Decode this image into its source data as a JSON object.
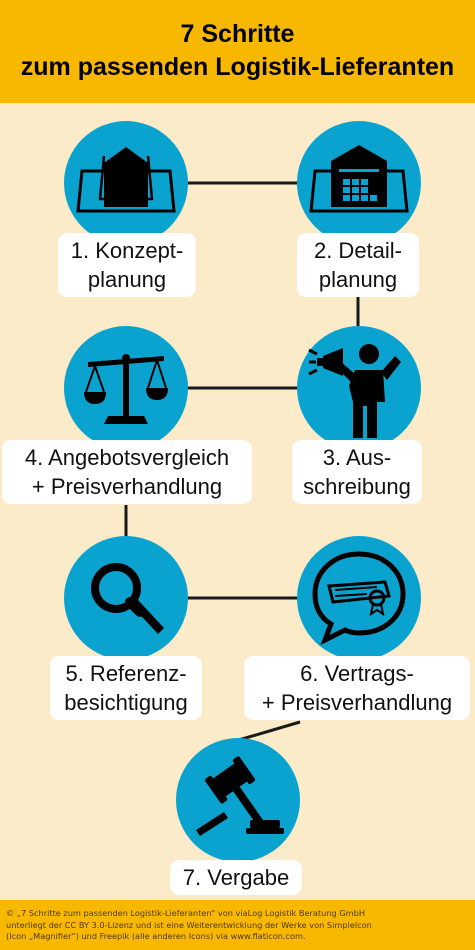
{
  "header": {
    "title_line1": "7 Schritte",
    "title_line2": "zum passenden Logistik-Lieferanten"
  },
  "steps": [
    {
      "line1": "1. Konzept-",
      "line2": "planung",
      "icon": "house-icon"
    },
    {
      "line1": "2. Detail-",
      "line2": "planung",
      "icon": "warehouse-icon"
    },
    {
      "line1": "3. Aus-",
      "line2": "schreibung",
      "icon": "megaphone-person-icon"
    },
    {
      "line1": "4. Angebotsvergleich",
      "line2": "+ Preisverhandlung",
      "icon": "scales-icon"
    },
    {
      "line1": "5. Referenz-",
      "line2": "besichtigung",
      "icon": "magnifier-icon"
    },
    {
      "line1": "6. Vertrags-",
      "line2": "+ Preisverhandlung",
      "icon": "contract-speech-bubble-icon"
    },
    {
      "line1": "7. Vergabe",
      "icon": "gavel-icon"
    }
  ],
  "footer": {
    "line1": "© „7 Schritte zum passenden Logistik-Lieferanten“ von viaLog Logistik Beratung GmbH",
    "line2": "unterliegt der CC BY 3.0-Lizenz und ist eine Weiterentwicklung der Werke von Simplelcon",
    "line3": "(Icon „Magnifier“) und Freepik (alle anderen Icons) via www.flaticon.com."
  },
  "colors": {
    "header_bg": "#f9b800",
    "page_bg": "#fbebc9",
    "circle": "#0aa3cf",
    "connector": "#1a1a1a"
  }
}
